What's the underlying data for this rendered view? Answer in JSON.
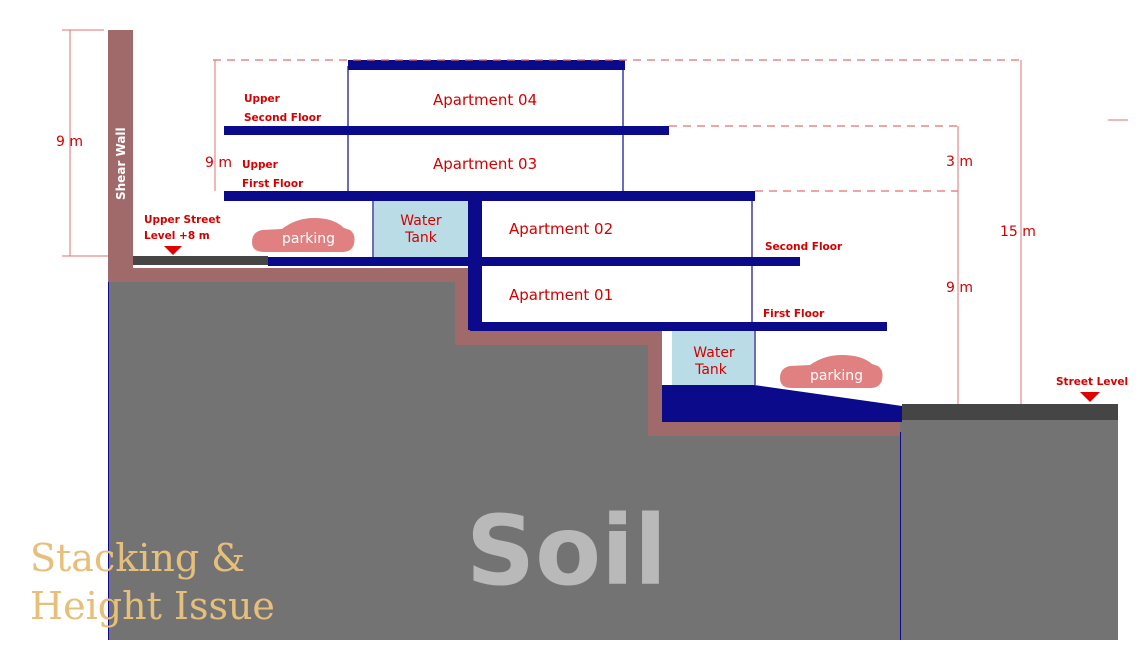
{
  "labels": {
    "shear_wall": "Shear Wall",
    "upper_street": "Upper Street",
    "upper_street_level": "Level +8 m",
    "street_level": "Street Level",
    "upper_second_1": "Upper",
    "upper_second_2": "Second Floor",
    "upper_first_1": "Upper",
    "upper_first_2": "First Floor",
    "second_floor": "Second Floor",
    "first_floor": "First Floor",
    "apt_04": "Apartment 04",
    "apt_03": "Apartment 03",
    "apt_02": "Apartment 02",
    "apt_01": "Apartment 01",
    "water_tank_upper_1": "Water",
    "water_tank_upper_2": "Tank",
    "water_tank_lower_1": "Water",
    "water_tank_lower_2": "Tank",
    "parking_upper": "parking",
    "parking_lower": "parking",
    "soil": "Soil"
  },
  "dimensions": {
    "left_9m": "9 m",
    "inner_9m": "9 m",
    "right_3m": "3 m",
    "right_9m": "9 m",
    "right_15m": "15 m"
  },
  "title": {
    "line1": "Stacking &",
    "line2": "Height Issue"
  },
  "colors": {
    "soil": "#737373",
    "wall": "#a06a6a",
    "slab": "#0a0a8a",
    "tank": "#b9dce6",
    "road": "#454545",
    "car": "#e08080",
    "label": "#d40000",
    "title": "#e6c07a"
  }
}
